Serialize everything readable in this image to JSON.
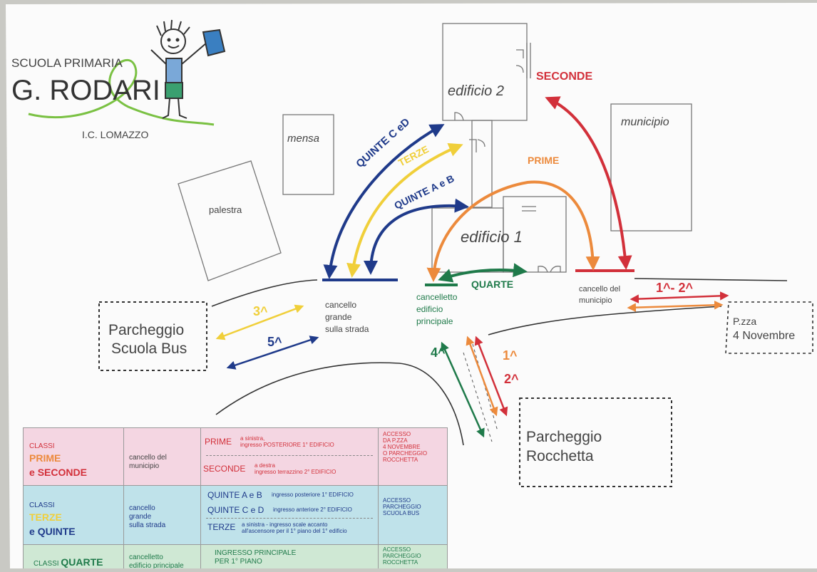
{
  "school": {
    "line1": "SCUOLA PRIMARIA",
    "line2": "G. RODARI",
    "line3": "I.C. LOMAZZO"
  },
  "buildings": {
    "edificio1": "edificio 1",
    "edificio2": "edificio 2",
    "municipio": "municipio",
    "mensa": "mensa",
    "palestra": "palestra"
  },
  "places": {
    "parcheggio_scuola_bus": [
      "Parcheggio",
      "Scuola Bus"
    ],
    "parcheggio_rocchetta": [
      "Parcheggio",
      "Rocchetta"
    ],
    "piazza": [
      "P.zza",
      "4 Novembre"
    ]
  },
  "gates": {
    "grande": [
      "cancello",
      "grande",
      "sulla strada"
    ],
    "principale": [
      "cancelletto",
      "edificio",
      "principale"
    ],
    "municipio": [
      "cancello del",
      "municipio"
    ]
  },
  "routes": {
    "quinte_c_d": "QUINTE C eD",
    "terze": "TERZE",
    "quinte_a_b": "QUINTE A e B",
    "prime": "PRIME",
    "seconde": "SECONDE",
    "quarte": "QUARTE",
    "classe_3": "3^",
    "classe_5": "5^",
    "classe_4": "4^",
    "classe_1": "1^",
    "classe_2": "2^",
    "classe_1_2": "1^- 2^"
  },
  "colors": {
    "red": "#d2303a",
    "orange": "#ec8a3c",
    "yellow": "#f0cf3a",
    "navy": "#1f3a8a",
    "green": "#1f7a4a",
    "pink_row": "#f4d6e2",
    "blue_row": "#bfe2ea",
    "green_row": "#cfe8d4"
  },
  "legend": {
    "row1": {
      "classi": "CLASSI",
      "name1": "PRIME",
      "name2_prefix": "e ",
      "name2": "SECONDE",
      "gate": [
        "cancello del",
        "municipio"
      ],
      "prime_label": "PRIME",
      "prime_desc": [
        "a sinistra,",
        "ingresso POSTERIORE 1° EDIFICIO"
      ],
      "seconde_label": "SECONDE",
      "seconde_desc": [
        "a destra",
        "ingresso terrazzino 2° EDIFICIO"
      ],
      "access": [
        "ACCESSO",
        "DA P.ZZA",
        "4 NOVEMBRE",
        "O PARCHEGGIO",
        "ROCCHETTA"
      ]
    },
    "row2": {
      "classi": "CLASSI",
      "name1": "TERZE",
      "name2_prefix": "e ",
      "name2": "QUINTE",
      "gate": [
        "cancello",
        "grande",
        "sulla strada"
      ],
      "qab_label": "QUINTE A e B",
      "qab_desc": "ingresso posteriore 1° EDIFICIO",
      "qcd_label": "QUINTE C e D",
      "qcd_desc": "ingresso anteriore 2° EDIFICIO",
      "terze_label": "TERZE",
      "terze_desc": [
        "a sinistra - ingresso scale accanto",
        "all'ascensore per il 1° piano del 1° edificio"
      ],
      "access": [
        "ACCESSO",
        "PARCHEGGIO",
        "SCUOLA BUS"
      ]
    },
    "row3": {
      "classi": "CLASSI",
      "name1": "QUARTE",
      "gate": [
        "cancelletto",
        "edificio principale"
      ],
      "desc": [
        "INGRESSO PRINCIPALE",
        "PER 1° PIANO"
      ],
      "access": [
        "ACCESSO",
        "PARCHEGGIO",
        "ROCCHETTA"
      ]
    }
  }
}
